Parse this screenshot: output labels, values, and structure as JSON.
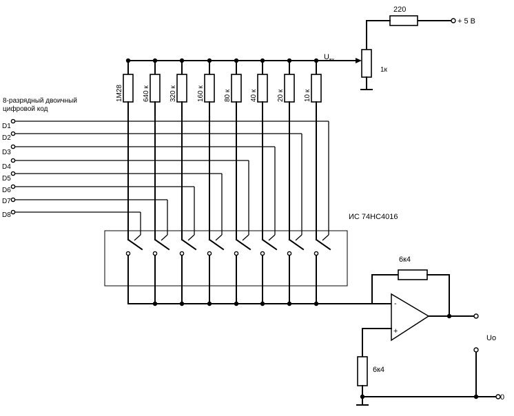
{
  "inputs": {
    "caption_line1": "8-разрядный двоичный",
    "caption_line2": "цифровой код",
    "bits": [
      "D1",
      "D2",
      "D3",
      "D4",
      "D5",
      "D6",
      "D7",
      "D8"
    ]
  },
  "ladder_resistors": [
    "1M28",
    "640 к",
    "320 к",
    "160 к",
    "80 к",
    "40 к",
    "20 к",
    "10 к"
  ],
  "supply": {
    "series_resistor": "220",
    "label": "+ 5 В",
    "potentiometer": "1к",
    "node_label": "U",
    "node_sub": "вх"
  },
  "chip_label": "ИС 74НС4016",
  "opamp": {
    "feedback_resistor": "6к4",
    "ground_resistor": "6к4",
    "minus": "-",
    "plus": "+",
    "output_label": "Uo",
    "ground_label": "0"
  }
}
